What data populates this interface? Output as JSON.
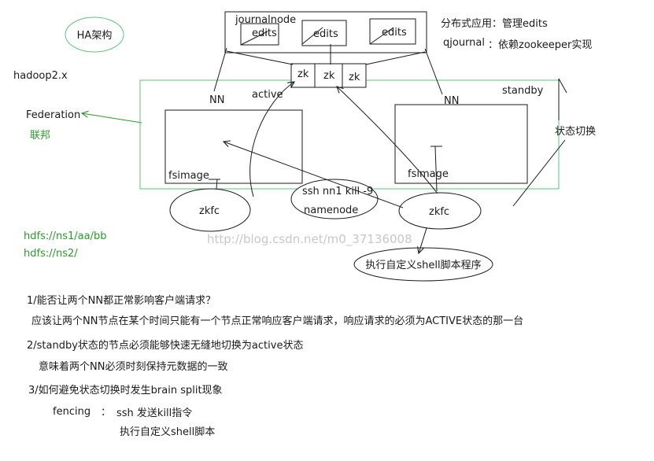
{
  "labels": {
    "ha": "HA架构",
    "hadoop": "hadoop2.x",
    "federation": "Federation",
    "lianbang": "联邦",
    "journalnode": "journalnode",
    "edits1": "edits",
    "edits2": "edits",
    "edits3": "edits",
    "dist": "分布式应用：管理edits",
    "qjournal": "qjournal",
    "zkdep": "：依赖zookeeper实现",
    "zk1": "zk",
    "zk2": "zk",
    "zk3": "zk",
    "nn_left": "NN",
    "nn_right": "NN",
    "active": "active",
    "standby": "standby",
    "switch": "状态切换",
    "fsimage_left": "fsimage",
    "fsimage_right": "fsimage",
    "zkfc_left": "zkfc",
    "zkfc_right": "zkfc",
    "ssh_kill": "ssh nn1 kill -9",
    "namenode": "namenode",
    "custom_shell": "执行自定义shell脚本程序",
    "hdfs1": "hdfs://ns1/aa/bb",
    "hdfs2": "hdfs://ns2/",
    "watermark": "http://blog.csdn.net/m0_37136008"
  },
  "notes": {
    "q1": "1/能否让两个NN都正常影响客户端请求？",
    "a1": "应该让两个NN节点在某个时间只能有一个节点正常响应客户端请求，响应请求的必须为ACTIVE状态的那一台",
    "q2": "2/standby状态的节点必须能够快速无缝地切换为active状态",
    "a2": "意味着两个NN必须时刻保持元数据的一致",
    "q3": "3/如何避免状态切换时发生brain split现象",
    "fencing": "fencing",
    "fencing_sep": "：",
    "fencing1": "ssh 发送kill指令",
    "fencing2": "执行自定义shell脚本"
  },
  "colors": {
    "ink": "#1a1a1a",
    "green": "#2a9a2a",
    "green_box": "#5cc47a",
    "watermark": "#c8c8c8"
  }
}
